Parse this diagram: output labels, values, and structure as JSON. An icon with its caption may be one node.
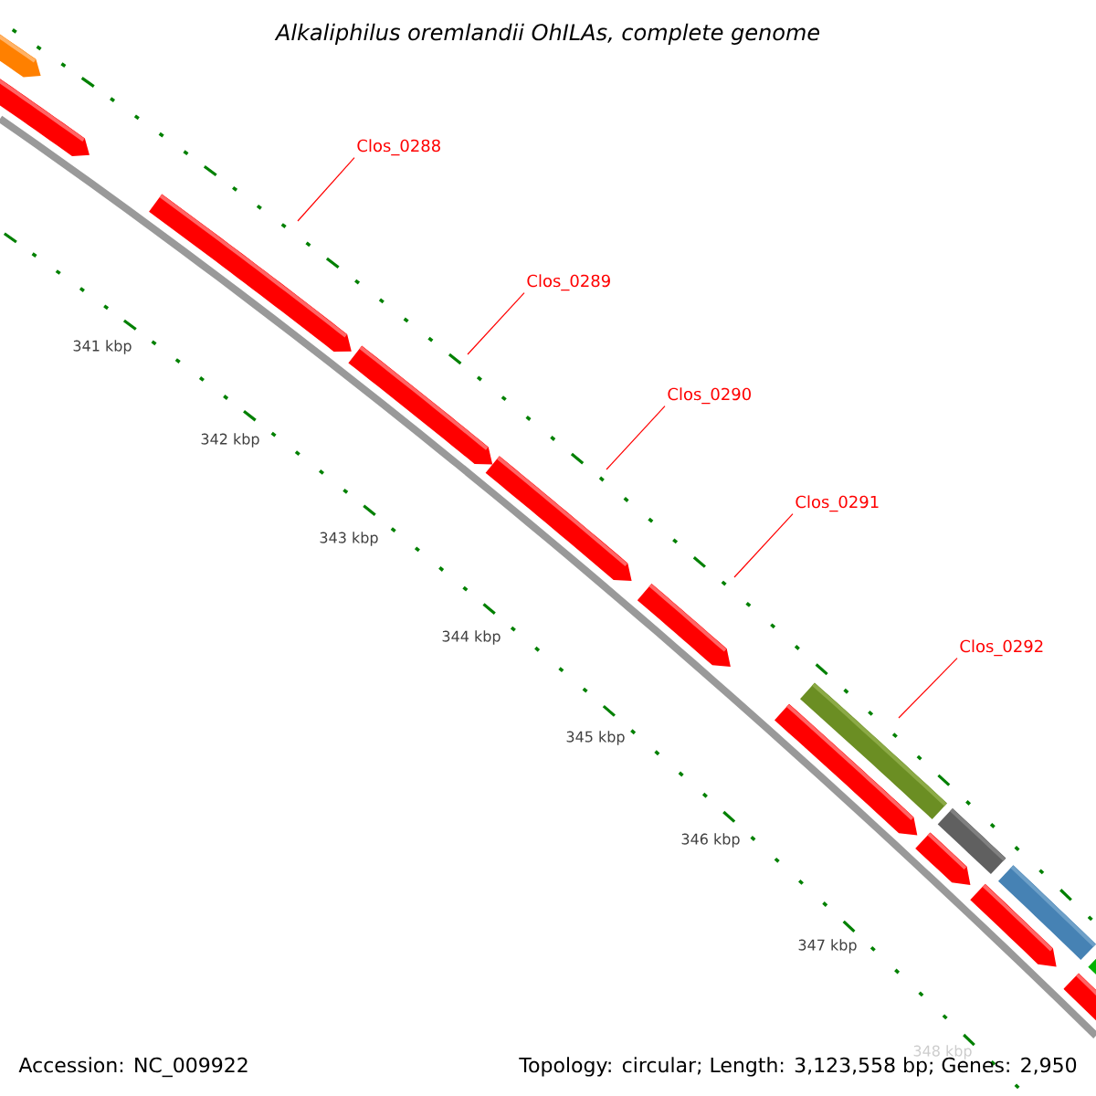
{
  "diagram": {
    "title": "Alkaliphilus oremlandii OhILAs, complete genome",
    "nodes": [
      {
        "text": [
          "Clos_0288"
        ]
      },
      {
        "text": [
          "Clos_0289"
        ]
      },
      {
        "text": [
          "Clos_0290"
        ]
      },
      {
        "text": [
          "Clos_0291"
        ]
      },
      {
        "text": [
          "Clos_0292"
        ]
      }
    ],
    "edges": [
      {
        "from": 0,
        "to": null,
        "arrow": "none",
        "color": "#ff0000"
      },
      {
        "from": 1,
        "to": null,
        "arrow": "none",
        "color": "#ff0000"
      },
      {
        "from": 2,
        "to": null,
        "arrow": "none",
        "color": "#ff0000"
      },
      {
        "from": 3,
        "to": null,
        "arrow": "none",
        "color": "#ff0000"
      },
      {
        "from": 4,
        "to": null,
        "arrow": "none",
        "color": "#ff0000"
      }
    ],
    "labels": [
      "341 kbp",
      "342 kbp",
      "343 kbp",
      "344 kbp",
      "345 kbp",
      "346 kbp",
      "347 kbp",
      "348 kbp",
      "Accession: NC_009922",
      "Topology: circular; Length: 3,123,558 bp; Genes: 2,950"
    ]
  }
}
